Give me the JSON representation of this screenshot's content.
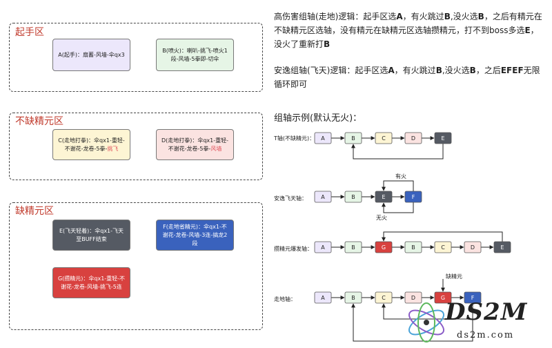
{
  "zones": [
    {
      "title": "起手区"
    },
    {
      "title": "不缺精元区"
    },
    {
      "title": "缺精元区"
    }
  ],
  "cards": {
    "A": {
      "text": "A(起手)：扇蓄-风墙-伞qx3",
      "color": "#ece7fb"
    },
    "B": {
      "text": "B(喷火)：喇叭-挑飞-喷火1段-风墙-5拳即-切伞",
      "color": "#e6f5e6"
    },
    "C": {
      "text": "C(走地打拳)：伞qx1-重轻-不谢花-龙卷-5拳-",
      "hl": "挑飞",
      "color": "#fdf5d4"
    },
    "D": {
      "text": "D(走地打拳)：伞qx1-重轻-不谢花-龙卷-5拳-",
      "hl": "风墙",
      "color": "#fbe3e1"
    },
    "E": {
      "text": "E(飞天轻着)：伞qx1-飞天至BUFF结束",
      "color": "#555a63"
    },
    "F": {
      "text": "F(走地省精元)：伞qx1-不谢花-龙卷-风墙-3连-搞龙2段",
      "color": "#3a62bd"
    },
    "G": {
      "text": "G(攒精元)：伞qx1-重轻-不谢花-龙卷-风墙-挑飞-5连",
      "color": "#d8413f"
    }
  },
  "text": {
    "para1": [
      "高伤害组轴(走地)逻辑：起手区选",
      {
        "b": "A"
      },
      "，有火跳过",
      {
        "b": "B"
      },
      ",没火选",
      {
        "b": "B"
      },
      "，之后有精元在不缺精元区选轴，没有精元在缺精元区选轴攒精元，打不到boss多选",
      {
        "b": "E"
      },
      "，没火了重新打",
      {
        "b": "B"
      }
    ],
    "para2": [
      "安逸组轴(飞天)逻辑：起手区选",
      {
        "b": "A"
      },
      "，有火跳过",
      {
        "b": "B"
      },
      ",没火选",
      {
        "b": "B"
      },
      "，之后",
      {
        "b": "EF"
      },
      {
        "b": "EF"
      },
      "无限循环即可"
    ],
    "example_title": "组轴示例(默认无火)：",
    "labels": {
      "t_axis": "T轴(不缺精元)：",
      "anyi_axis": "安逸飞天轴：",
      "zan_axis": "攒精元爆发轴：",
      "zoudi_axis": "走地轴：",
      "youhuo": "有火",
      "wuhuo": "无火",
      "quejingyuan": "缺精元"
    }
  },
  "node_colors": {
    "A": {
      "fill": "#ece7fb",
      "text": "#222"
    },
    "B": {
      "fill": "#e6f5e6",
      "text": "#222"
    },
    "C": {
      "fill": "#fdf5d4",
      "text": "#222"
    },
    "D": {
      "fill": "#fbe3e1",
      "text": "#222"
    },
    "E": {
      "fill": "#555a63",
      "text": "#fff"
    },
    "F": {
      "fill": "#3a62bd",
      "text": "#fff"
    },
    "G": {
      "fill": "#d8413f",
      "text": "#fff"
    }
  },
  "watermark": {
    "main": "DS2M",
    "sub": "ds2m.com"
  }
}
